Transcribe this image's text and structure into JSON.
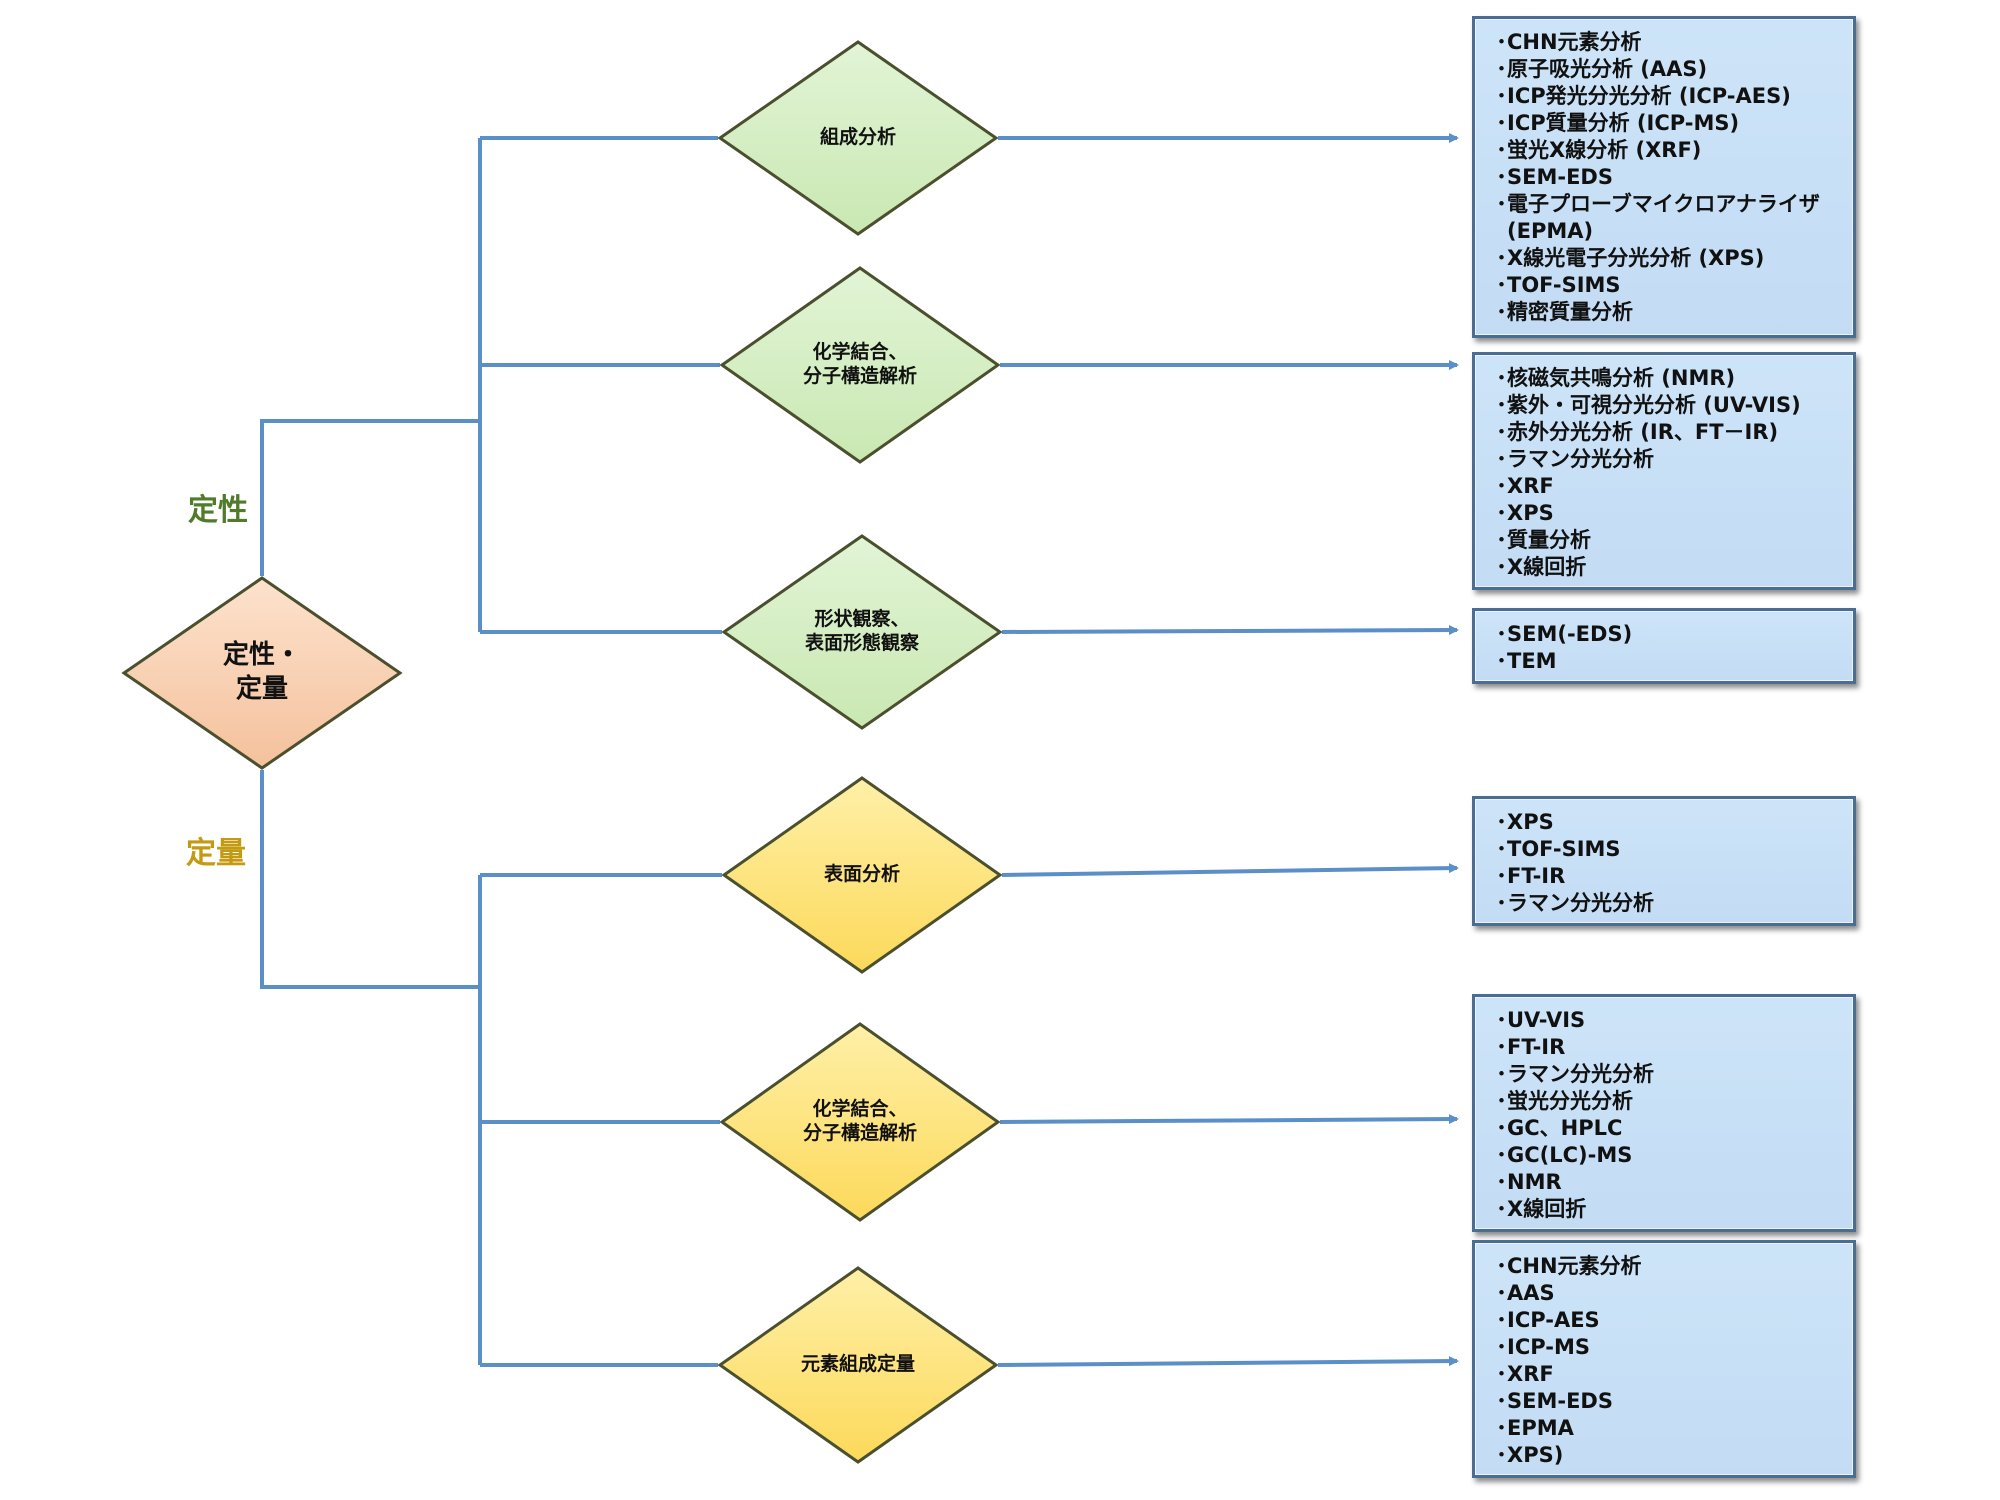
{
  "root": {
    "label": "定性・\n定量"
  },
  "branches": {
    "qualitative": {
      "label": "定性",
      "color": "#4f7b2a"
    },
    "quantitative": {
      "label": "定量",
      "color": "#c49a12"
    }
  },
  "colors": {
    "connector": "#5b8fc7",
    "root_fill": "#f8cfae",
    "qualitative_fill": "#d6efc4",
    "quantitative_fill": "#ffe37a",
    "diamond_border": "#4a4f2e",
    "box_fill": "#c6def6",
    "box_border": "#4b6d91"
  },
  "nodes": [
    {
      "id": "composition",
      "label": "組成分析",
      "group": "qualitative",
      "results": [
        "CHN元素分析",
        "原子吸光分析 (AAS)",
        "ICP発光分光分析 (ICP-AES)",
        "ICP質量分析 (ICP-MS)",
        "蛍光X線分析 (XRF)",
        "SEM-EDS",
        "電子プローブマイクロアナライザ",
        "(EPMA)",
        "X線光電子分光分析 (XPS)",
        "TOF-SIMS",
        "精密質量分析"
      ]
    },
    {
      "id": "chemical-structure-qual",
      "label": "化学結合、\n分子構造解析",
      "group": "qualitative",
      "results": [
        "核磁気共鳴分析 (NMR)",
        "紫外・可視分光分析 (UV-VIS)",
        "赤外分光分析 (IR、FT－IR)",
        "ラマン分光分析",
        "XRF",
        "XPS",
        "質量分析",
        "X線回折"
      ]
    },
    {
      "id": "morphology",
      "label": "形状観察、\n表面形態観察",
      "group": "qualitative",
      "results": [
        "SEM(-EDS)",
        "TEM"
      ]
    },
    {
      "id": "surface",
      "label": "表面分析",
      "group": "quantitative",
      "results": [
        "XPS",
        "TOF-SIMS",
        "FT-IR",
        "ラマン分光分析"
      ]
    },
    {
      "id": "chemical-structure-quant",
      "label": "化学結合、\n分子構造解析",
      "group": "quantitative",
      "results": [
        "UV-VIS",
        "FT-IR",
        "ラマン分光分析",
        "蛍光分光分析",
        "GC、HPLC",
        "GC(LC)-MS",
        "NMR",
        "X線回折"
      ]
    },
    {
      "id": "elemental-quant",
      "label": "元素組成定量",
      "group": "quantitative",
      "results": [
        "CHN元素分析",
        "AAS",
        "ICP-AES",
        "ICP-MS",
        "XRF",
        "SEM-EDS",
        "EPMA",
        "XPS)"
      ]
    }
  ]
}
